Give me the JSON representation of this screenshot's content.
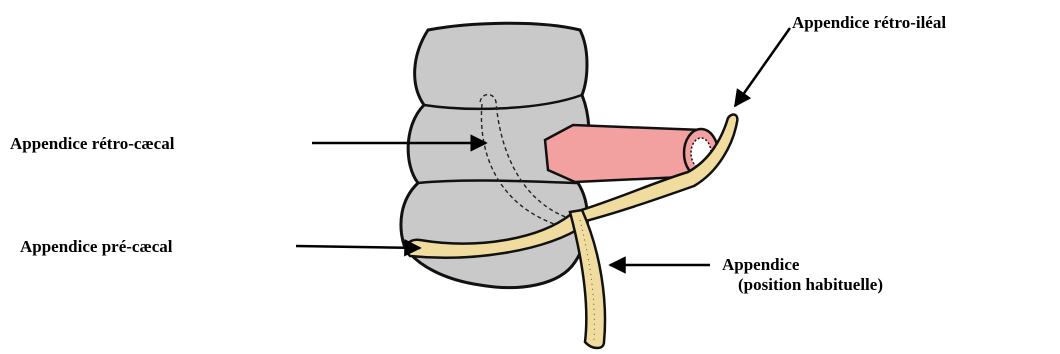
{
  "labels": {
    "retro_ileal": "Appendice rétro-iléal",
    "retro_caecal": "Appendice rétro-cæcal",
    "pre_caecal": "Appendice pré-cæcal",
    "usual_line1": "Appendice",
    "usual_line2": "(position habituelle)"
  },
  "colors": {
    "caecum": "#c9c9c9",
    "ileum": "#f2a0a0",
    "appendix": "#f0dc9e",
    "outline": "#111111"
  }
}
